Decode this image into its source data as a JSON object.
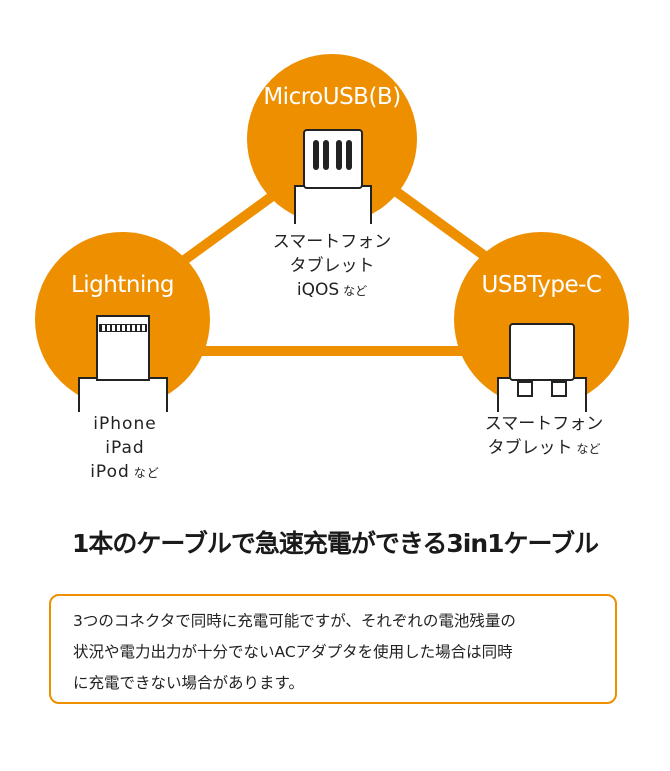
{
  "nodes": {
    "microusb": {
      "title": "MicroUSB(B)",
      "caption_lines": [
        "スマートフォン",
        "タブレット"
      ],
      "caption_last": "iQOS",
      "caption_suffix": "など",
      "icon": "microusb-connector-icon"
    },
    "lightning": {
      "title": "Lightning",
      "caption_lines": [
        "iPhone",
        "iPad"
      ],
      "caption_last": "iPod",
      "caption_suffix": "など",
      "icon": "lightning-connector-icon"
    },
    "usbc": {
      "title": "USBType-C",
      "caption_lines": [
        "スマートフォン"
      ],
      "caption_last": "タブレット",
      "caption_suffix": "など",
      "icon": "usb-c-connector-icon"
    }
  },
  "headline": "1本のケーブルで急速充電ができる3in1ケーブル",
  "notice_lines": [
    "3つのコネクタで同時に充電可能ですが、それぞれの電池残量の",
    "状況や電力出力が十分でないACアダプタを使用した場合は同時",
    "に充電できない場合があります。"
  ],
  "colors": {
    "accent": "#ee8f00",
    "text": "#222222",
    "background": "#ffffff"
  }
}
